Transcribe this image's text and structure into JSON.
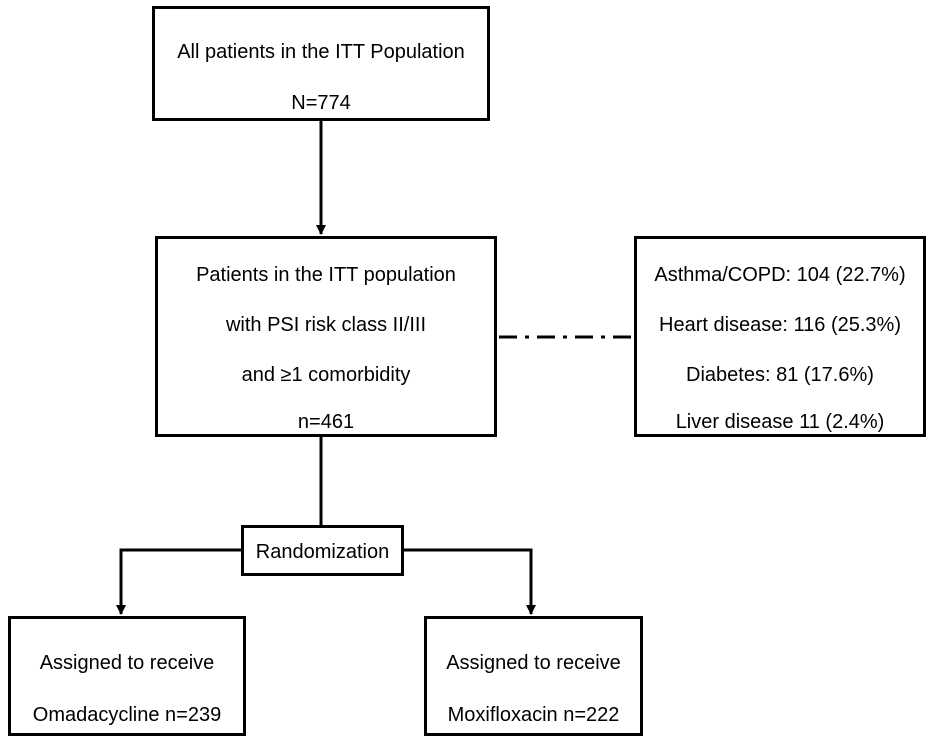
{
  "nodes": {
    "itt_population": {
      "lines": [
        "All patients in the ITT Population",
        "N=774"
      ]
    },
    "psi_subgroup": {
      "lines": [
        "Patients in the ITT population",
        "with PSI risk class II/III",
        "and ≥1 comorbidity",
        "n=461"
      ]
    },
    "comorbidities": {
      "lines": [
        "Asthma/COPD: 104 (22.7%)",
        "Heart disease: 116 (25.3%)",
        "Diabetes: 81 (17.6%)",
        "Liver disease 11 (2.4%)"
      ]
    },
    "randomization": {
      "lines": [
        "Randomization"
      ]
    },
    "omadacycline_arm": {
      "lines": [
        "Assigned to receive",
        "Omadacycline n=239"
      ]
    },
    "moxifloxacin_arm": {
      "lines": [
        "Assigned to receive",
        "Moxifloxacin n=222"
      ]
    }
  },
  "edges": [
    {
      "from": "itt_population",
      "to": "psi_subgroup",
      "style": "arrow"
    },
    {
      "from": "psi_subgroup",
      "to": "comorbidities",
      "style": "dash-dot"
    },
    {
      "from": "psi_subgroup",
      "to": "randomization",
      "style": "line"
    },
    {
      "from": "randomization",
      "to": "omadacycline_arm",
      "style": "elbow-arrow"
    },
    {
      "from": "randomization",
      "to": "moxifloxacin_arm",
      "style": "elbow-arrow"
    }
  ],
  "colors": {
    "stroke": "#000000",
    "background": "#ffffff",
    "text": "#000000"
  }
}
